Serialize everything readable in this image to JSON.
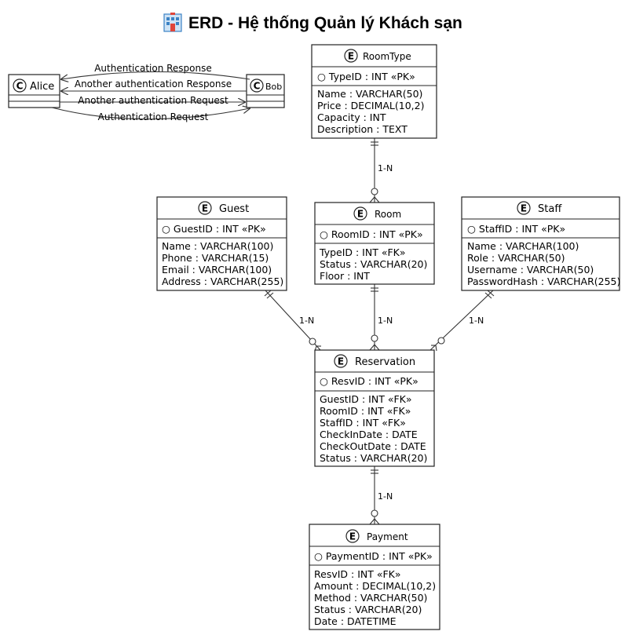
{
  "title": "ERD - Hệ thống Quản lý Khách sạn",
  "title_icon": "hotel-icon",
  "colors": {
    "stroke": "#222222",
    "background": "#ffffff",
    "hotel_icon_blue": "#3b82c4",
    "hotel_icon_red": "#e0453a"
  },
  "sequence": {
    "left_participant": {
      "marker": "C",
      "name": "Alice"
    },
    "right_participant": {
      "marker": "C",
      "name": "Bob"
    },
    "messages": [
      {
        "label": "Authentication Response",
        "direction": "to-left"
      },
      {
        "label": "Another authentication Response",
        "direction": "to-left"
      },
      {
        "label": "Another authentication Request",
        "direction": "to-right"
      },
      {
        "label": "Authentication Request",
        "direction": "to-right"
      }
    ]
  },
  "entities": {
    "roomtype": {
      "marker": "E",
      "name": "RoomType",
      "key": "○ TypeID : INT «PK»",
      "attributes": [
        "Name : VARCHAR(50)",
        "Price : DECIMAL(10,2)",
        "Capacity : INT",
        "Description : TEXT"
      ]
    },
    "guest": {
      "marker": "E",
      "name": "Guest",
      "key": "○ GuestID : INT «PK»",
      "attributes": [
        "Name : VARCHAR(100)",
        "Phone : VARCHAR(15)",
        "Email : VARCHAR(100)",
        "Address : VARCHAR(255)"
      ]
    },
    "room": {
      "marker": "E",
      "name": "Room",
      "key": "○ RoomID : INT «PK»",
      "attributes": [
        "TypeID : INT «FK»",
        "Status : VARCHAR(20)",
        "Floor : INT"
      ]
    },
    "staff": {
      "marker": "E",
      "name": "Staff",
      "key": "○ StaffID : INT «PK»",
      "attributes": [
        "Name : VARCHAR(100)",
        "Role : VARCHAR(50)",
        "Username : VARCHAR(50)",
        "PasswordHash : VARCHAR(255)"
      ]
    },
    "reservation": {
      "marker": "E",
      "name": "Reservation",
      "key": "○ ResvID : INT «PK»",
      "attributes": [
        "GuestID : INT «FK»",
        "RoomID : INT «FK»",
        "StaffID : INT «FK»",
        "CheckInDate : DATE",
        "CheckOutDate : DATE",
        "Status : VARCHAR(20)"
      ]
    },
    "payment": {
      "marker": "E",
      "name": "Payment",
      "key": "○ PaymentID : INT «PK»",
      "attributes": [
        "ResvID : INT «FK»",
        "Amount : DECIMAL(10,2)",
        "Method : VARCHAR(50)",
        "Status : VARCHAR(20)",
        "Date : DATETIME"
      ]
    }
  },
  "relationships": [
    {
      "from": "roomtype",
      "to": "room",
      "label": "1-N"
    },
    {
      "from": "guest",
      "to": "reservation",
      "label": "1-N"
    },
    {
      "from": "room",
      "to": "reservation",
      "label": "1-N"
    },
    {
      "from": "staff",
      "to": "reservation",
      "label": "1-N"
    },
    {
      "from": "reservation",
      "to": "payment",
      "label": "1-N"
    }
  ]
}
